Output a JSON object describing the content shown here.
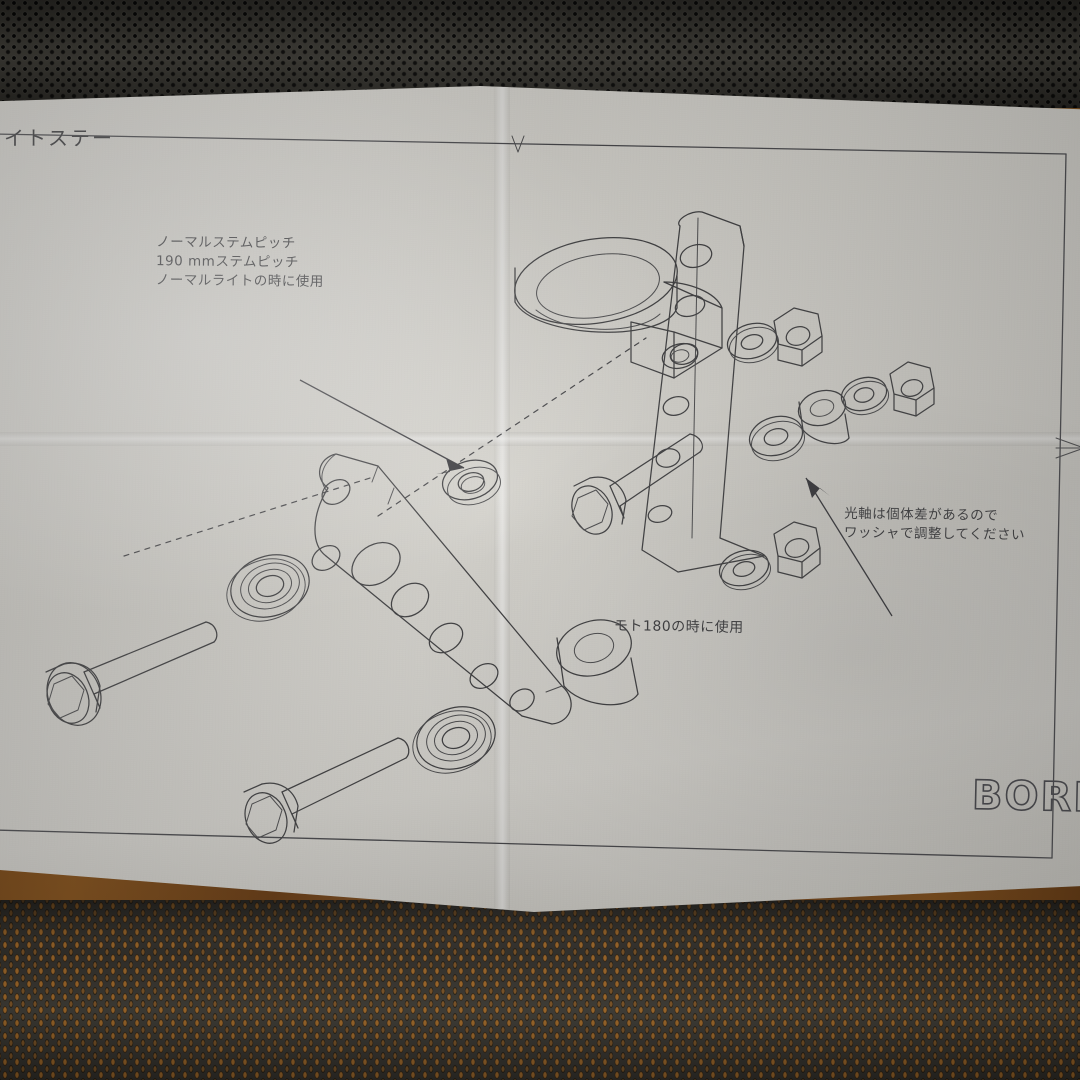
{
  "photo": {
    "subject": "folded paper instruction sheet with exploded isometric drawing",
    "surface": "dark perforated rubber mesh mat over wooden floor"
  },
  "sheet": {
    "title": "ライトステー",
    "title_note_truncated_left": true,
    "notes": [
      {
        "id": "normal-stem-note",
        "lines": [
          "ノーマルステムピッチ",
          "190 mmステムピッチ",
          "ノーマルライトの時に使用"
        ]
      },
      {
        "id": "washer-adjust-note",
        "lines": [
          "光軸は個体差があるので",
          "ワッシャで調整してください"
        ]
      },
      {
        "id": "moto180-caption",
        "lines": [
          "モト180の時に使用"
        ]
      }
    ],
    "brand_logo": "BORE",
    "brand_logo_truncated": true
  },
  "parts": [
    {
      "name": "fork-clamp-ring",
      "label": ""
    },
    {
      "name": "perforated-stay-bar",
      "label": ""
    },
    {
      "name": "main-stay-plate",
      "label": ""
    },
    {
      "name": "socket-head-bolt-upper",
      "label": ""
    },
    {
      "name": "socket-head-bolt-lower",
      "label": ""
    },
    {
      "name": "socket-head-bolt-right",
      "label": ""
    },
    {
      "name": "rubber-grommet-upper",
      "label": ""
    },
    {
      "name": "rubber-grommet-lower",
      "label": ""
    },
    {
      "name": "washer-small",
      "label": ""
    },
    {
      "name": "spacer-collar",
      "label": ""
    },
    {
      "name": "hex-nut",
      "label": ""
    }
  ],
  "colors": {
    "paper": "#dedcd6",
    "ink": "#3a3a3c",
    "mat_dark": "#413e38",
    "wood": "#8a5620"
  }
}
